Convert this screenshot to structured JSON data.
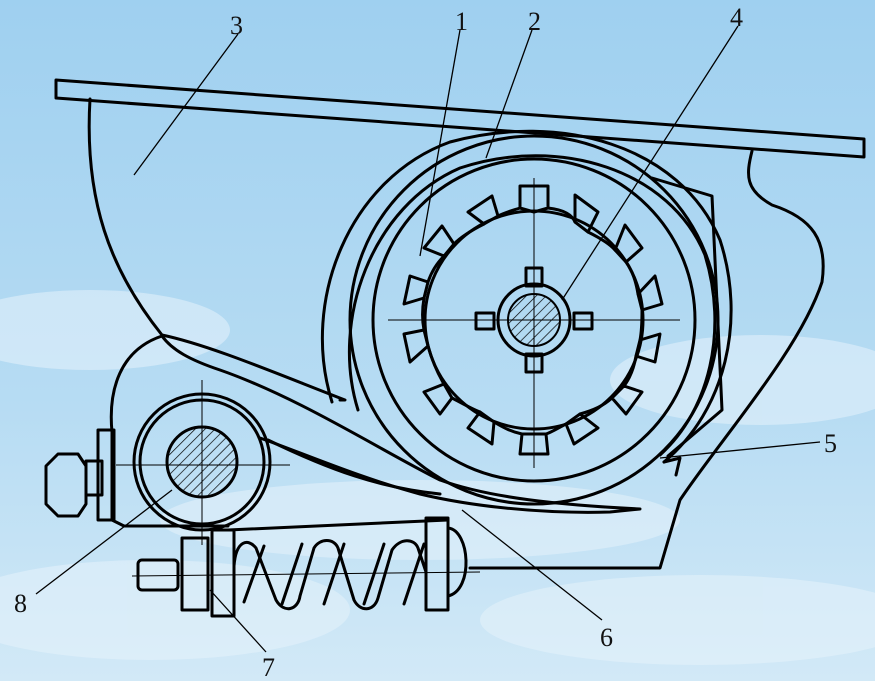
{
  "background": {
    "sky_top": "#9fd0f0",
    "sky_bottom": "#cfe8f6",
    "cloud": "#e8f4fb"
  },
  "callouts": [
    "1",
    "2",
    "3",
    "4",
    "5",
    "6",
    "7",
    "8"
  ]
}
